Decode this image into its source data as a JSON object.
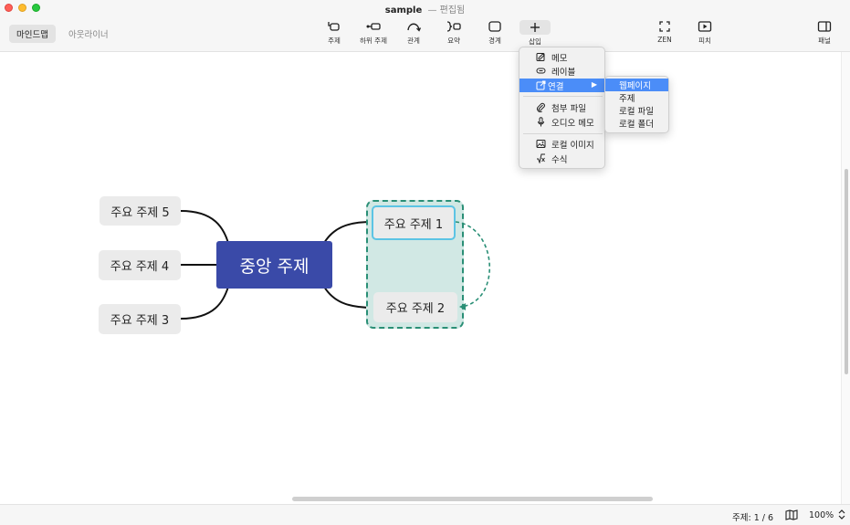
{
  "window": {
    "title": "sample",
    "subtitle": "— 편집됨"
  },
  "toolbar": {
    "view_tabs": [
      {
        "label": "마인드맵",
        "active": true
      },
      {
        "label": "아웃라이너",
        "active": false
      }
    ],
    "tools": [
      {
        "label": "주제",
        "icon": "topic-icon"
      },
      {
        "label": "하위 주제",
        "icon": "subtopic-icon"
      },
      {
        "label": "관계",
        "icon": "relationship-icon"
      },
      {
        "label": "요약",
        "icon": "summary-icon"
      },
      {
        "label": "경계",
        "icon": "boundary-icon"
      },
      {
        "label": "삽입",
        "icon": "plus-icon"
      },
      {
        "label": "ZEN",
        "icon": "zen-icon"
      },
      {
        "label": "피치",
        "icon": "pitch-icon"
      },
      {
        "label": "패널",
        "icon": "panel-icon"
      }
    ]
  },
  "mindmap": {
    "central": "중앙 주제",
    "topics": [
      "주요 주제 1",
      "주요 주제 2",
      "주요 주제 3",
      "주요 주제 4",
      "주요 주제 5"
    ],
    "colors": {
      "central": "#3a4aa8",
      "boundary_fill": "#d1e8e4",
      "boundary_stroke": "#2a8f76",
      "selection": "#5cc4e4"
    }
  },
  "insert_menu": {
    "items": [
      {
        "label": "메모",
        "icon": "note-icon"
      },
      {
        "label": "레이블",
        "icon": "label-icon"
      },
      {
        "label": "연결",
        "icon": "link-icon",
        "highlighted": true,
        "has_submenu": true
      },
      {
        "label": "첨부 파일",
        "icon": "paperclip-icon"
      },
      {
        "label": "오디오 메모",
        "icon": "microphone-icon"
      },
      {
        "label": "로컬 이미지",
        "icon": "image-icon"
      },
      {
        "label": "수식",
        "icon": "formula-icon"
      }
    ],
    "highlight_color": "#4b8df8"
  },
  "link_submenu": {
    "items": [
      {
        "label": "웹페이지",
        "highlighted": true
      },
      {
        "label": "주제"
      },
      {
        "label": "로컬 파일"
      },
      {
        "label": "로컬 폴더"
      }
    ]
  },
  "statusbar": {
    "topic_count": "주제: 1 / 6",
    "zoom": "100%"
  }
}
